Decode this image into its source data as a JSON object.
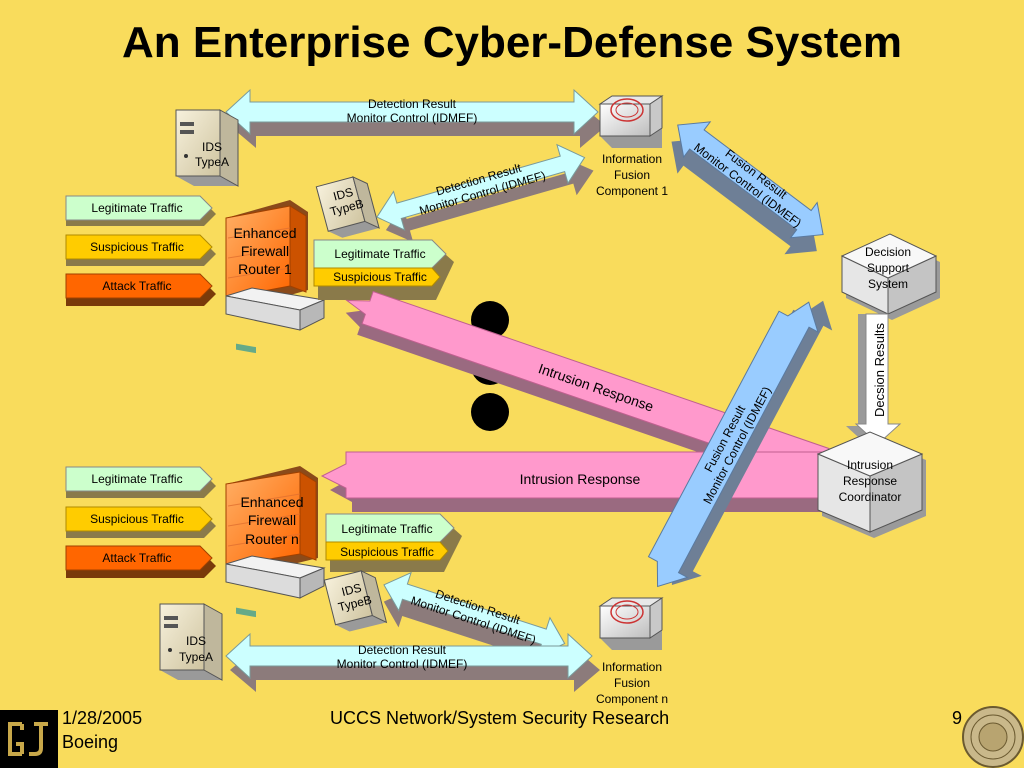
{
  "title": "An Enterprise Cyber-Defense System",
  "footer": {
    "date": "1/28/2005",
    "org": "Boeing",
    "center": "UCCS Network/System Security Research",
    "page": "9"
  },
  "top": {
    "ids_a": [
      "IDS",
      "TypeA"
    ],
    "ids_b": [
      "IDS",
      "TypeB"
    ],
    "router": [
      "Enhanced",
      "Firewall",
      "Router 1"
    ],
    "fusion": [
      "Information",
      "Fusion",
      "Component 1"
    ],
    "traffic_in": [
      "Legitimate Traffic",
      "Suspicious Traffic",
      "Attack Traffic"
    ],
    "traffic_out": [
      "Legitimate Traffic",
      "Suspicious Traffic"
    ],
    "arrow_a": [
      "Detection Result",
      "Monitor Control (IDMEF)"
    ],
    "arrow_b": [
      "Detection Result",
      "Monitor Control (IDMEF)"
    ],
    "fusion_arrow": [
      "Fusion Result",
      "Monitor Control (IDMEF)"
    ]
  },
  "bottom": {
    "ids_a": [
      "IDS",
      "TypeA"
    ],
    "ids_b": [
      "IDS",
      "TypeB"
    ],
    "router": [
      "Enhanced",
      "Firewall",
      "Router n"
    ],
    "fusion": [
      "Information",
      "Fusion",
      "Component n"
    ],
    "traffic_in": [
      "Legitimate Traffic",
      "Suspicious Traffic",
      "Attack Traffic"
    ],
    "traffic_out": [
      "Legitimate Traffic",
      "Suspicious Traffic"
    ],
    "arrow_a": [
      "Detection Result",
      "Monitor Control (IDMEF)"
    ],
    "arrow_b": [
      "Detection Result",
      "Monitor Control (IDMEF)"
    ],
    "fusion_arrow": [
      "Fusion Result",
      "Monitor Control (IDMEF)"
    ]
  },
  "decision": [
    "Decision",
    "Support",
    "System"
  ],
  "coordinator": [
    "Intrusion",
    "Response",
    "Coordinator"
  ],
  "decision_results": "Decsion Results",
  "intrusion_response_1": "Intrusion Response",
  "intrusion_response_2": "Intrusion Response",
  "colors": {
    "background": "#f9dc5c",
    "arrow_cyan": "#ccffff",
    "arrow_pink": "#ff99cc",
    "arrow_blue": "#99ccff",
    "router_orange": "#ff6600",
    "legit": "#ccffcc",
    "suspicious": "#ffcc00",
    "attack": "#ff6600"
  },
  "icons": [
    "server-icon",
    "router-icon",
    "firewall-icon",
    "cube-icon",
    "logo-icon",
    "seal-icon"
  ]
}
